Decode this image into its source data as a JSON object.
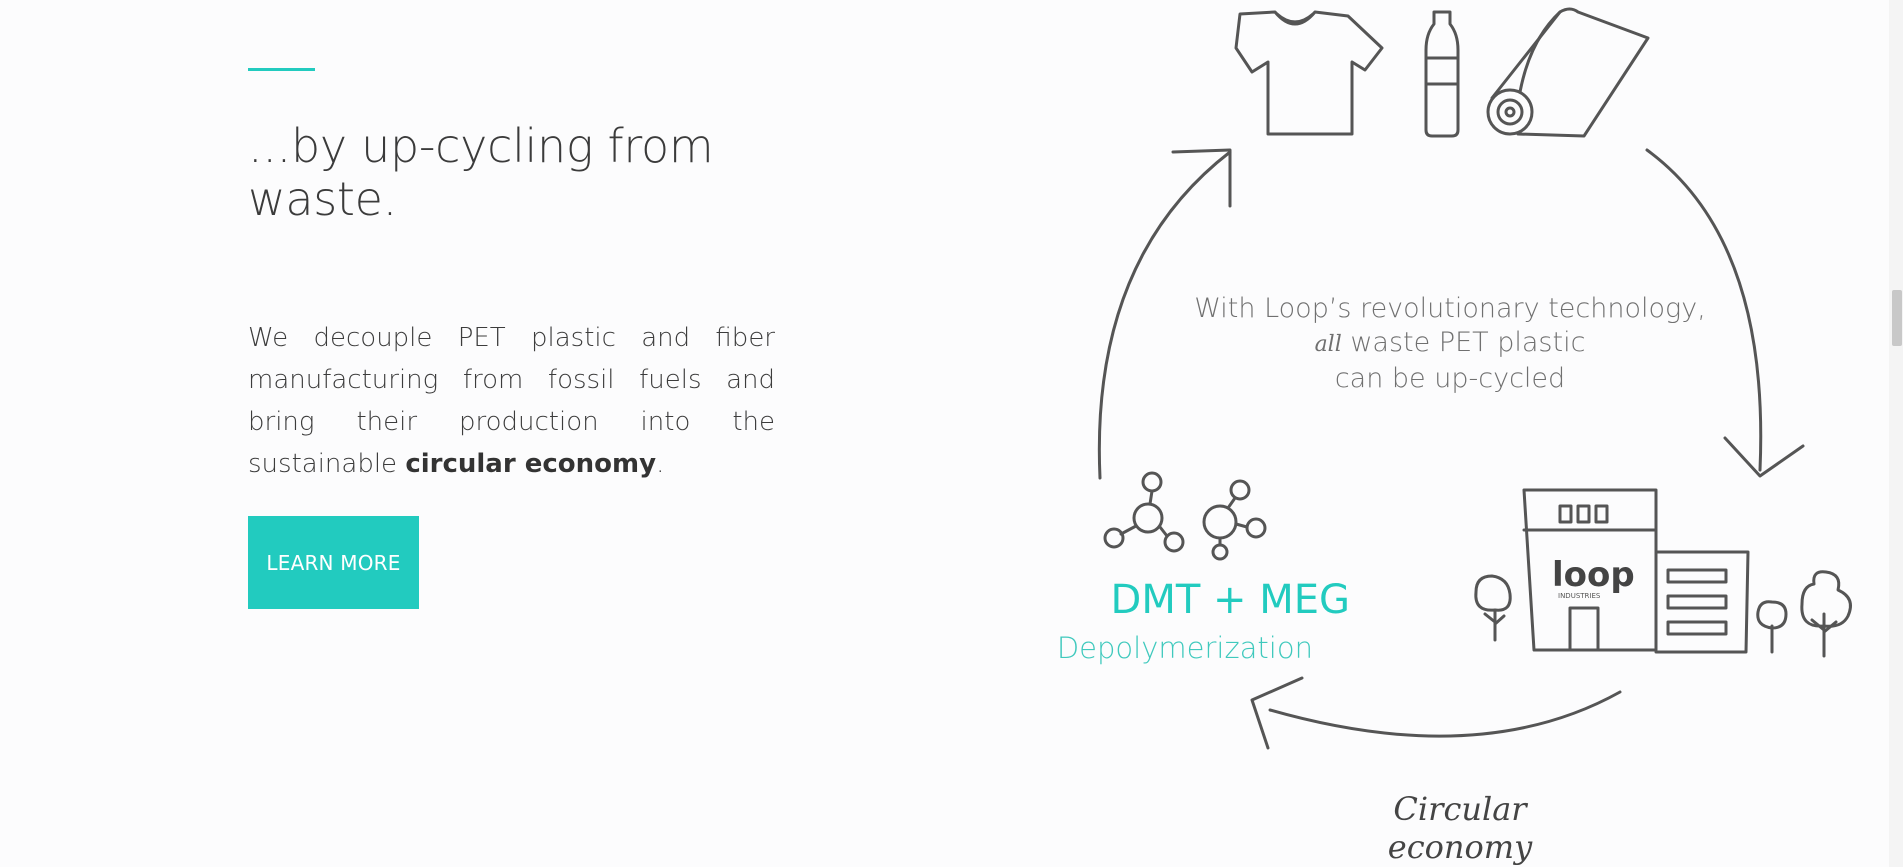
{
  "section": {
    "heading_line1": "...by up-cycling from",
    "heading_line2": "waste.",
    "body_intro": "We decouple PET plastic and fiber manufacturing from fossil fuels and bring their production into the sustainable ",
    "body_strong": "circular economy",
    "body_end": ".",
    "button_label": "LEARN MORE"
  },
  "diagram": {
    "center_line1": "With Loop’s revolutionary technology,",
    "center_italic": "all",
    "center_line2": " waste PET plastic",
    "center_line3": "can be up-cycled",
    "dmt_label": "DMT + MEG",
    "depoly_label": "Depolymerization",
    "circular_label": "Circular economy",
    "logo_text": "loop",
    "logo_subtext": "INDUSTRIES"
  },
  "colors": {
    "accent": "#22cbbf",
    "text": "#3a3a3a",
    "sketch": "#555555"
  },
  "icons": [
    "tshirt-icon",
    "bottle-icon",
    "fabric-roll-icon",
    "molecule-icon",
    "factory-icon",
    "tree-icon",
    "cycle-arrow-icon"
  ]
}
